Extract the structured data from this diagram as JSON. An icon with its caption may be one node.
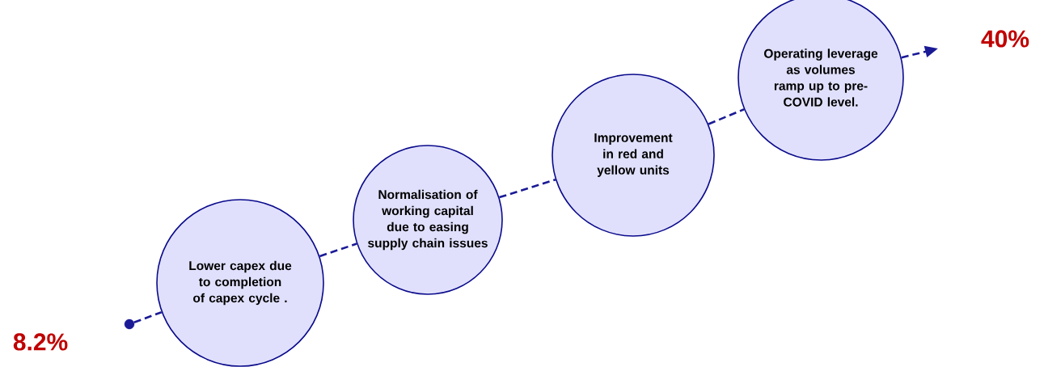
{
  "diagram": {
    "nodes": [
      {
        "text": [],
        "shape": "circle"
      },
      {
        "text": [
          "Lower capex due to completion of capex cycle ."
        ]
      },
      {
        "text": [
          "Normalisation of working capital due to easing supply chain issues"
        ]
      },
      {
        "text": [
          "Improvement in red and yellow units"
        ]
      },
      {
        "text": [
          "Operating leverage as volumes ramp up to pre-COVID level."
        ]
      }
    ],
    "edges": [
      {
        "from": 0,
        "to": 1,
        "arrow": "none"
      },
      {
        "from": 1,
        "to": 2,
        "arrow": "none"
      },
      {
        "from": 2,
        "to": 3,
        "arrow": "none"
      },
      {
        "from": 3,
        "to": 4,
        "arrow": "none"
      },
      {
        "from": 4,
        "to": null,
        "arrow": "to"
      }
    ],
    "labels": [
      "8.2%",
      "40%"
    ]
  }
}
